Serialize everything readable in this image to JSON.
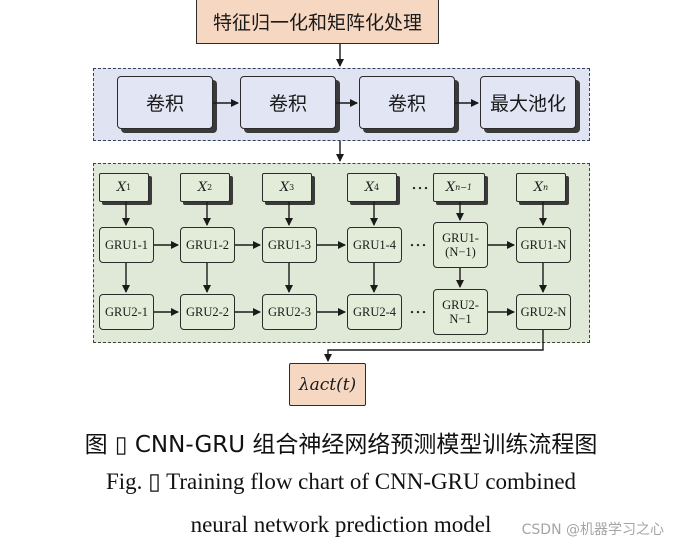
{
  "top_box": {
    "label": "特征归一化和矩阵化处理"
  },
  "conv_layers": [
    "卷积",
    "卷积",
    "卷积",
    "最大池化"
  ],
  "inputs": [
    {
      "symbol": "X",
      "sub": "1"
    },
    {
      "symbol": "X",
      "sub": "2"
    },
    {
      "symbol": "X",
      "sub": "3"
    },
    {
      "symbol": "X",
      "sub": "4"
    },
    {
      "symbol": "X",
      "sub": "n−1"
    },
    {
      "symbol": "X",
      "sub": "n"
    }
  ],
  "gru_layer1": [
    "GRU1-1",
    "GRU1-2",
    "GRU1-3",
    "GRU1-4",
    "GRU1-\n(N−1)",
    "GRU1-N"
  ],
  "gru_layer2": [
    "GRU2-1",
    "GRU2-2",
    "GRU2-3",
    "GRU2-4",
    "GRU2-\nN−1",
    "GRU2-N"
  ],
  "ellipsis": "…",
  "output_box": {
    "label": "λact(t)"
  },
  "caption": {
    "cn": "图 ▯ CNN-GRU 组合神经网络预测模型训练流程图",
    "en_line1": "Fig. ▯ Training flow chart of CNN-GRU combined",
    "en_line2": "neural network prediction model"
  },
  "watermark": "CSDN @机器学习之心"
}
